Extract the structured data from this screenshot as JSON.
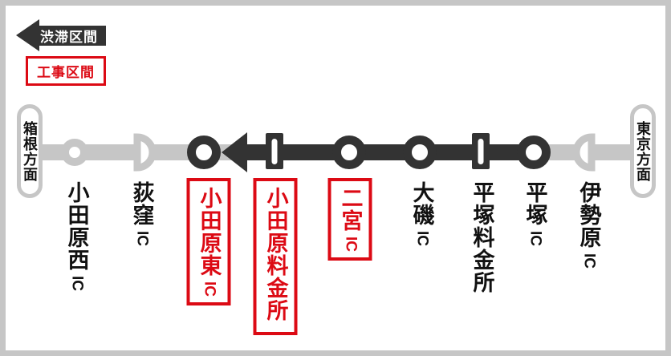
{
  "colors": {
    "dark": "#333333",
    "red": "#dc0a14",
    "gray": "#c6c6c6",
    "label": "#111111"
  },
  "legend": {
    "congestion": "渋滞区間",
    "construction": "工事区間"
  },
  "directions": {
    "left": "箱根方面",
    "right": "東京方面"
  },
  "stations": [
    {
      "name": "小田原西",
      "suffix": "IC",
      "status": "normal",
      "node": "ic-circle-gray"
    },
    {
      "name": "荻窪",
      "suffix": "IC",
      "status": "normal",
      "node": "ramp-half-circle"
    },
    {
      "name": "小田原東",
      "suffix": "IC",
      "status": "construction",
      "node": "ic-circle-dark"
    },
    {
      "name": "小田原料金所",
      "suffix": "",
      "status": "construction",
      "node": "tollgate-bar"
    },
    {
      "name": "二宮",
      "suffix": "IC",
      "status": "construction",
      "node": "ic-circle-dark"
    },
    {
      "name": "大磯",
      "suffix": "IC",
      "status": "normal",
      "node": "ic-circle-dark"
    },
    {
      "name": "平塚料金所",
      "suffix": "",
      "status": "normal",
      "node": "tollgate-bar"
    },
    {
      "name": "平塚",
      "suffix": "IC",
      "status": "normal",
      "node": "ic-circle-dark"
    },
    {
      "name": "伊勢原",
      "suffix": "IC",
      "status": "normal",
      "node": "ramp-half-circle"
    }
  ]
}
